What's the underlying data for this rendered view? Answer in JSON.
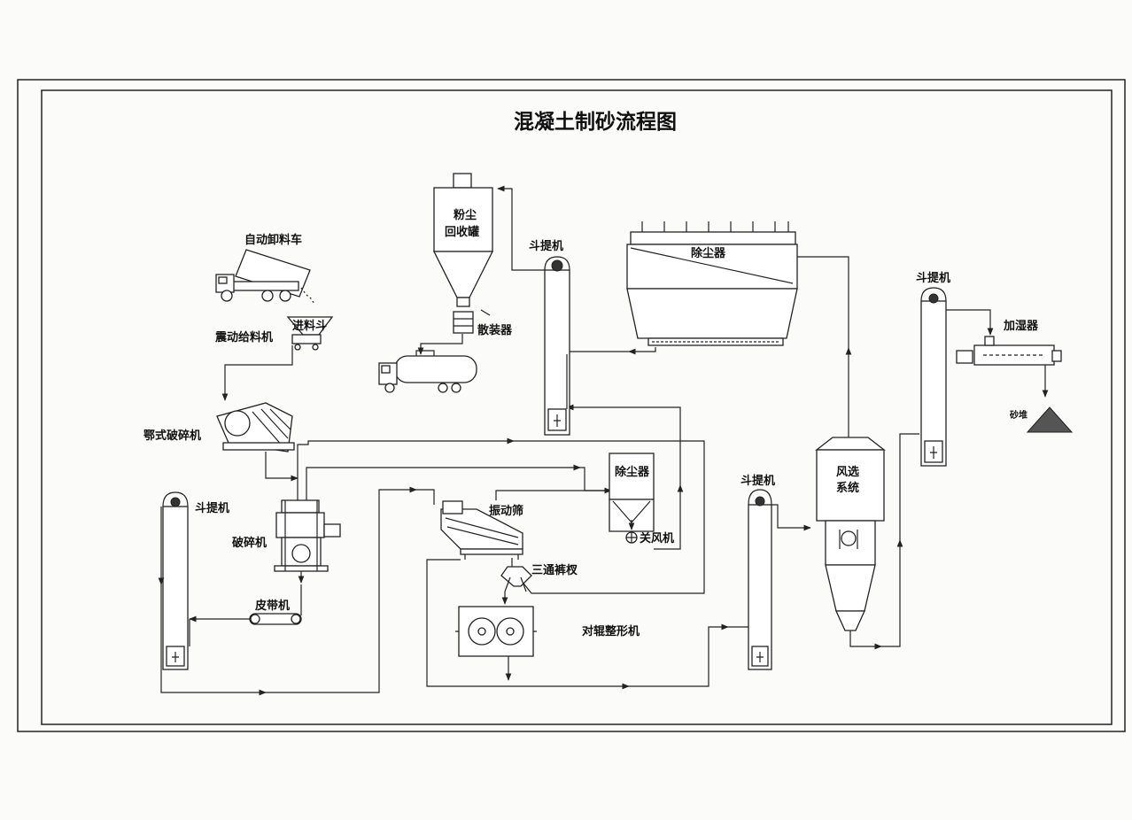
{
  "title": "混凝土制砂流程图",
  "labels": {
    "truck": "自动卸料车",
    "hopper": "进料斗",
    "feeder": "震动给料机",
    "jaw": "鄂式破碎机",
    "elev_left": "斗提机",
    "crusher": "破碎机",
    "belt": "皮带机",
    "silo_line1": "粉尘",
    "silo_line2": "回收罐",
    "bulk": "散装器",
    "elev_top": "斗提机",
    "bag_dust": "除尘器",
    "screen": "振动筛",
    "cyclone_dust": "除尘器",
    "air_lock": "关风机",
    "tee": "三通裤杈",
    "roller": "对辊整形机",
    "elev_mid": "斗提机",
    "air_sep_line1": "风选",
    "air_sep_line2": "系统",
    "elev_right": "斗提机",
    "humid": "加湿器",
    "sand": "砂堆"
  }
}
